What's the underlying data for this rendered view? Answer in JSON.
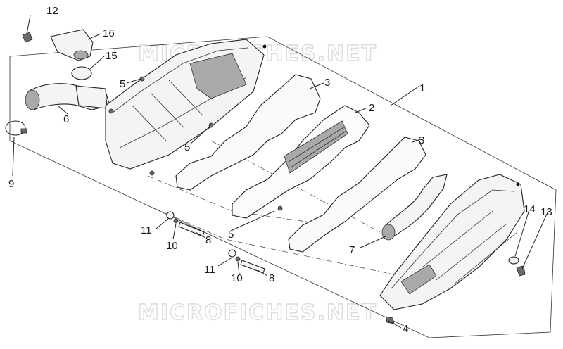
{
  "watermarks": {
    "top": "MICROFICHES.NET",
    "bottom": "MICROFICHES.NET"
  },
  "callouts": {
    "c1": "1",
    "c2": "2",
    "c3a": "3",
    "c3b": "3",
    "c4": "4",
    "c5a": "5",
    "c5b": "5",
    "c5c": "5",
    "c6": "6",
    "c7": "7",
    "c8a": "8",
    "c8b": "8",
    "c9": "9",
    "c10a": "10",
    "c10b": "10",
    "c11a": "11",
    "c11b": "11",
    "c12": "12",
    "c13": "13",
    "c14": "14",
    "c15": "15",
    "c16": "16"
  }
}
